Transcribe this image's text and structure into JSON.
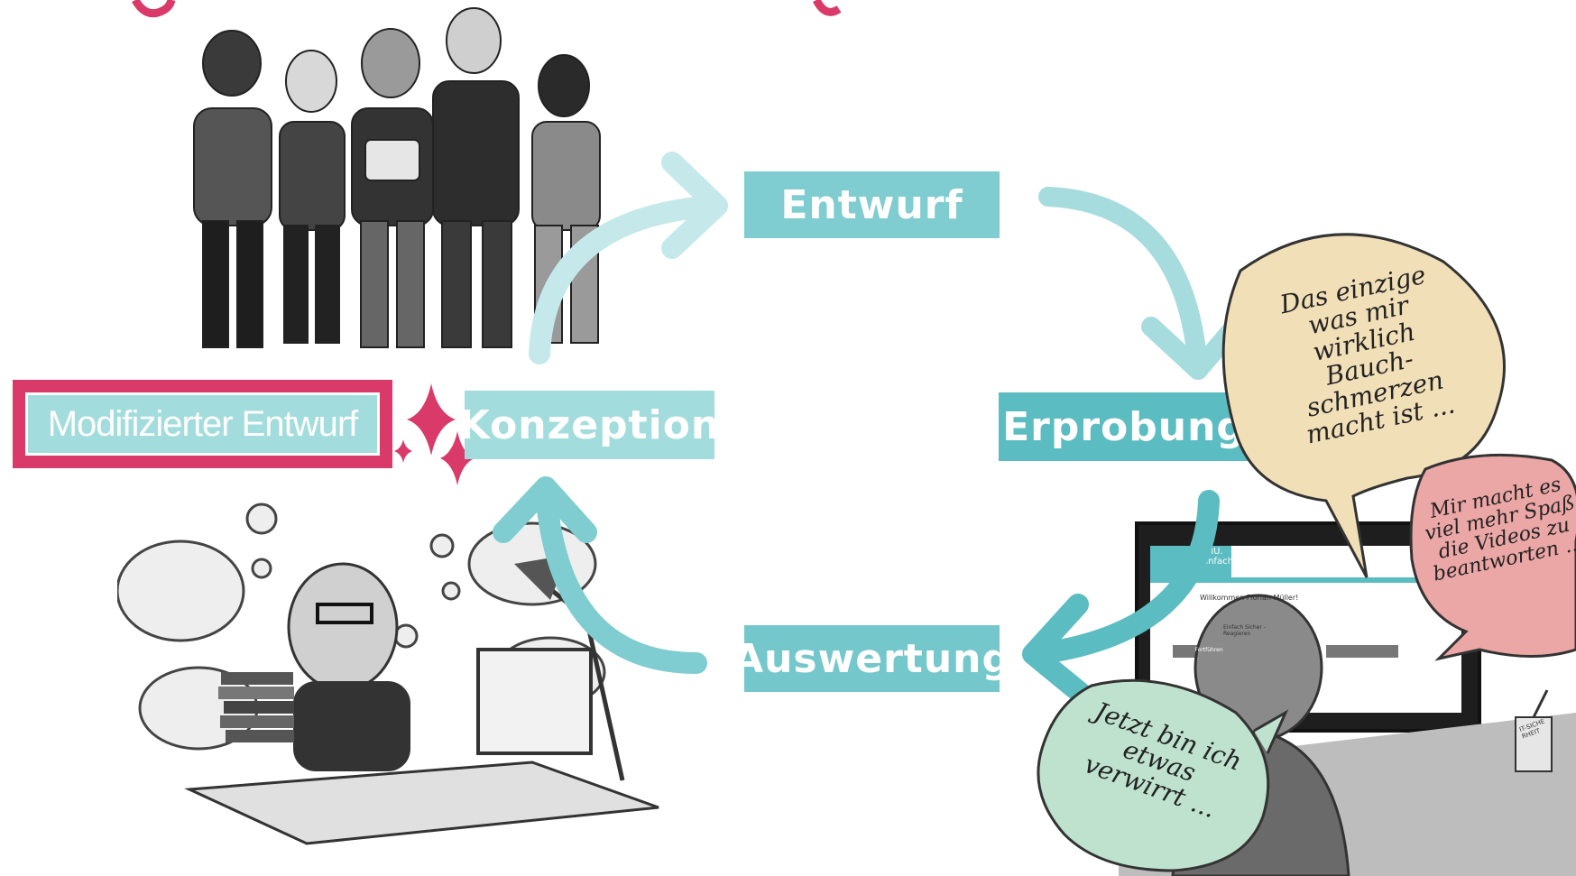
{
  "stages": {
    "entwurf": "Entwurf",
    "erprobung": "Erprobung",
    "auswertung": "Auswertung",
    "konzeption": "Konzeption",
    "modified": "Modifizierter Entwurf"
  },
  "bubbles": {
    "worry": "Das einzige was mir wirklich Bauch-schmerzen macht ist ...",
    "fun": "Mir macht es viel mehr Spaß die Videos zu beantworten ...",
    "confused": "Jetzt bin ich etwas verwirrt ..."
  },
  "screen": {
    "brand_line1": "KMU.",
    "brand_line2": "Einfach Sicher.",
    "welcome": "Willkommen Florian Müller!",
    "module_title": "Einfach Sicher - Reagieren",
    "continue_label": "Fortführen"
  },
  "sticker": "IT-SICHERHEIT",
  "colors": {
    "teal": "#6bc3c6",
    "teal_light": "#a3dcdd",
    "pink": "#d93a6a",
    "bubble_beige": "#f1dfb8",
    "bubble_pink": "#eba6a6",
    "bubble_green": "#bfe2cf"
  }
}
